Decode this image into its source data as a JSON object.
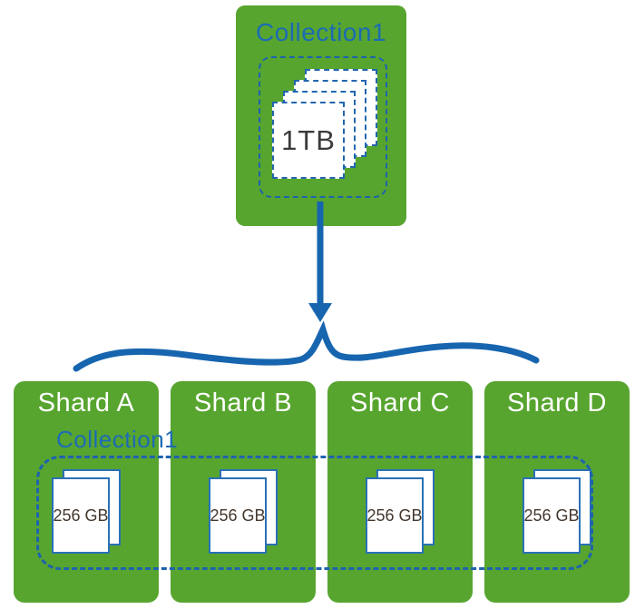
{
  "collection_box": {
    "title": "Collection1",
    "data_size": "1TB"
  },
  "shard_row": {
    "collection_label": "Collection1",
    "shards": [
      {
        "name": "Shard A",
        "size": "256 GB"
      },
      {
        "name": "Shard B",
        "size": "256 GB"
      },
      {
        "name": "Shard C",
        "size": "256 GB"
      },
      {
        "name": "Shard D",
        "size": "256 GB"
      }
    ]
  },
  "icons": {
    "down_arrow": "down-arrow-icon",
    "brace": "curly-brace-icon",
    "document_stack": "document-stack-icon"
  },
  "colors": {
    "box_green": "#57A52F",
    "line_blue": "#1E63AD",
    "label_blue": "#1C6BB4",
    "size_text_dark": "#44372C"
  }
}
